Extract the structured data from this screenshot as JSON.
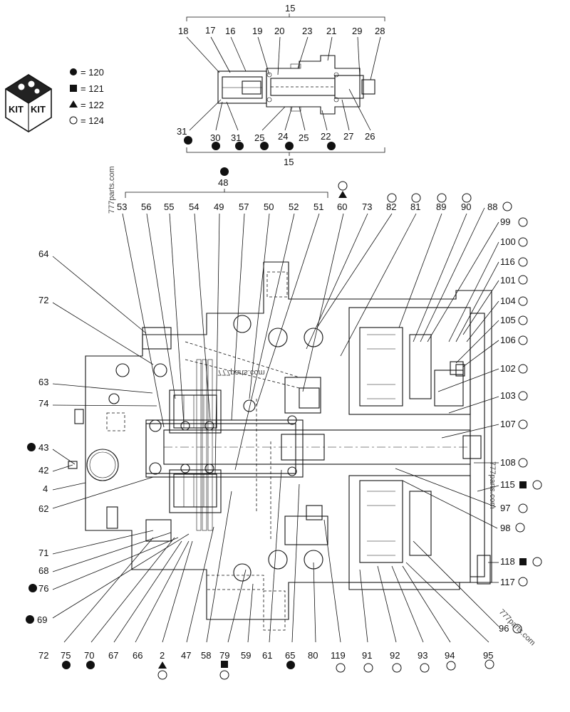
{
  "legend": [
    {
      "symbol": "filled-circle",
      "text": "= 120"
    },
    {
      "symbol": "filled-square",
      "text": "= 121"
    },
    {
      "symbol": "filled-triangle",
      "text": "= 122"
    },
    {
      "symbol": "open-circle",
      "text": "= 124"
    }
  ],
  "kit_icon": {
    "left_text": "KIT",
    "right_text": "KIT"
  },
  "watermark": "777parts.com",
  "top_assembly": {
    "group_label_top": "15",
    "group_label_bottom": "15",
    "top_labels": [
      "18",
      "17",
      "16",
      "19",
      "20",
      "23",
      "21",
      "29",
      "28"
    ],
    "bottom_labels": [
      "31",
      "30",
      "31",
      "25",
      "24",
      "25",
      "22",
      "27",
      "26"
    ]
  },
  "main_assembly": {
    "group_label": "48",
    "top_labels": [
      "53",
      "56",
      "55",
      "54",
      "49",
      "57",
      "50",
      "52",
      "51",
      "60",
      "73",
      "82",
      "81",
      "89",
      "90",
      "88"
    ],
    "right_labels": [
      "99",
      "100",
      "116",
      "101",
      "104",
      "105",
      "106",
      "102",
      "103",
      "107",
      "108",
      "115",
      "97",
      "98",
      "118",
      "117",
      "96"
    ],
    "left_labels": [
      "64",
      "72",
      "63",
      "74",
      "43",
      "42",
      "4",
      "62",
      "71",
      "68",
      "76",
      "69"
    ],
    "bottom_labels": [
      "72",
      "75",
      "70",
      "67",
      "66",
      "2",
      "47",
      "58",
      "79",
      "59",
      "61",
      "65",
      "80",
      "119",
      "91",
      "92",
      "93",
      "94",
      "95"
    ]
  }
}
